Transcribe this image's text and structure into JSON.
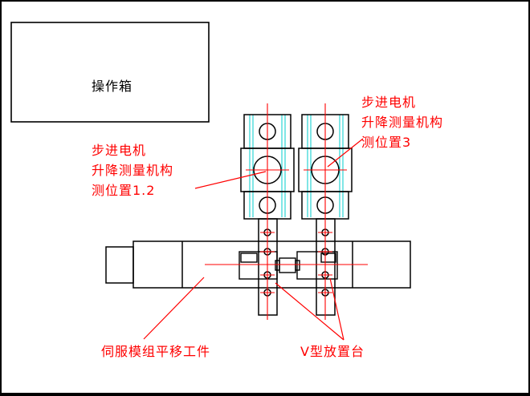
{
  "colors": {
    "outline": "#000000",
    "centerline": "#ff0000",
    "guide_line": "#00cccc",
    "background": "#ffffff"
  },
  "labels": {
    "operation_box": "操作箱",
    "stepper_left": {
      "line1": "步进电机",
      "line2": "升降测量机构",
      "line3": "测位置1.2"
    },
    "stepper_right": {
      "line1": "步进电机",
      "line2": "升降测量机构",
      "line3": "测位置3"
    },
    "servo_module": "伺服模组平移工件",
    "v_block": "V型放置台"
  }
}
